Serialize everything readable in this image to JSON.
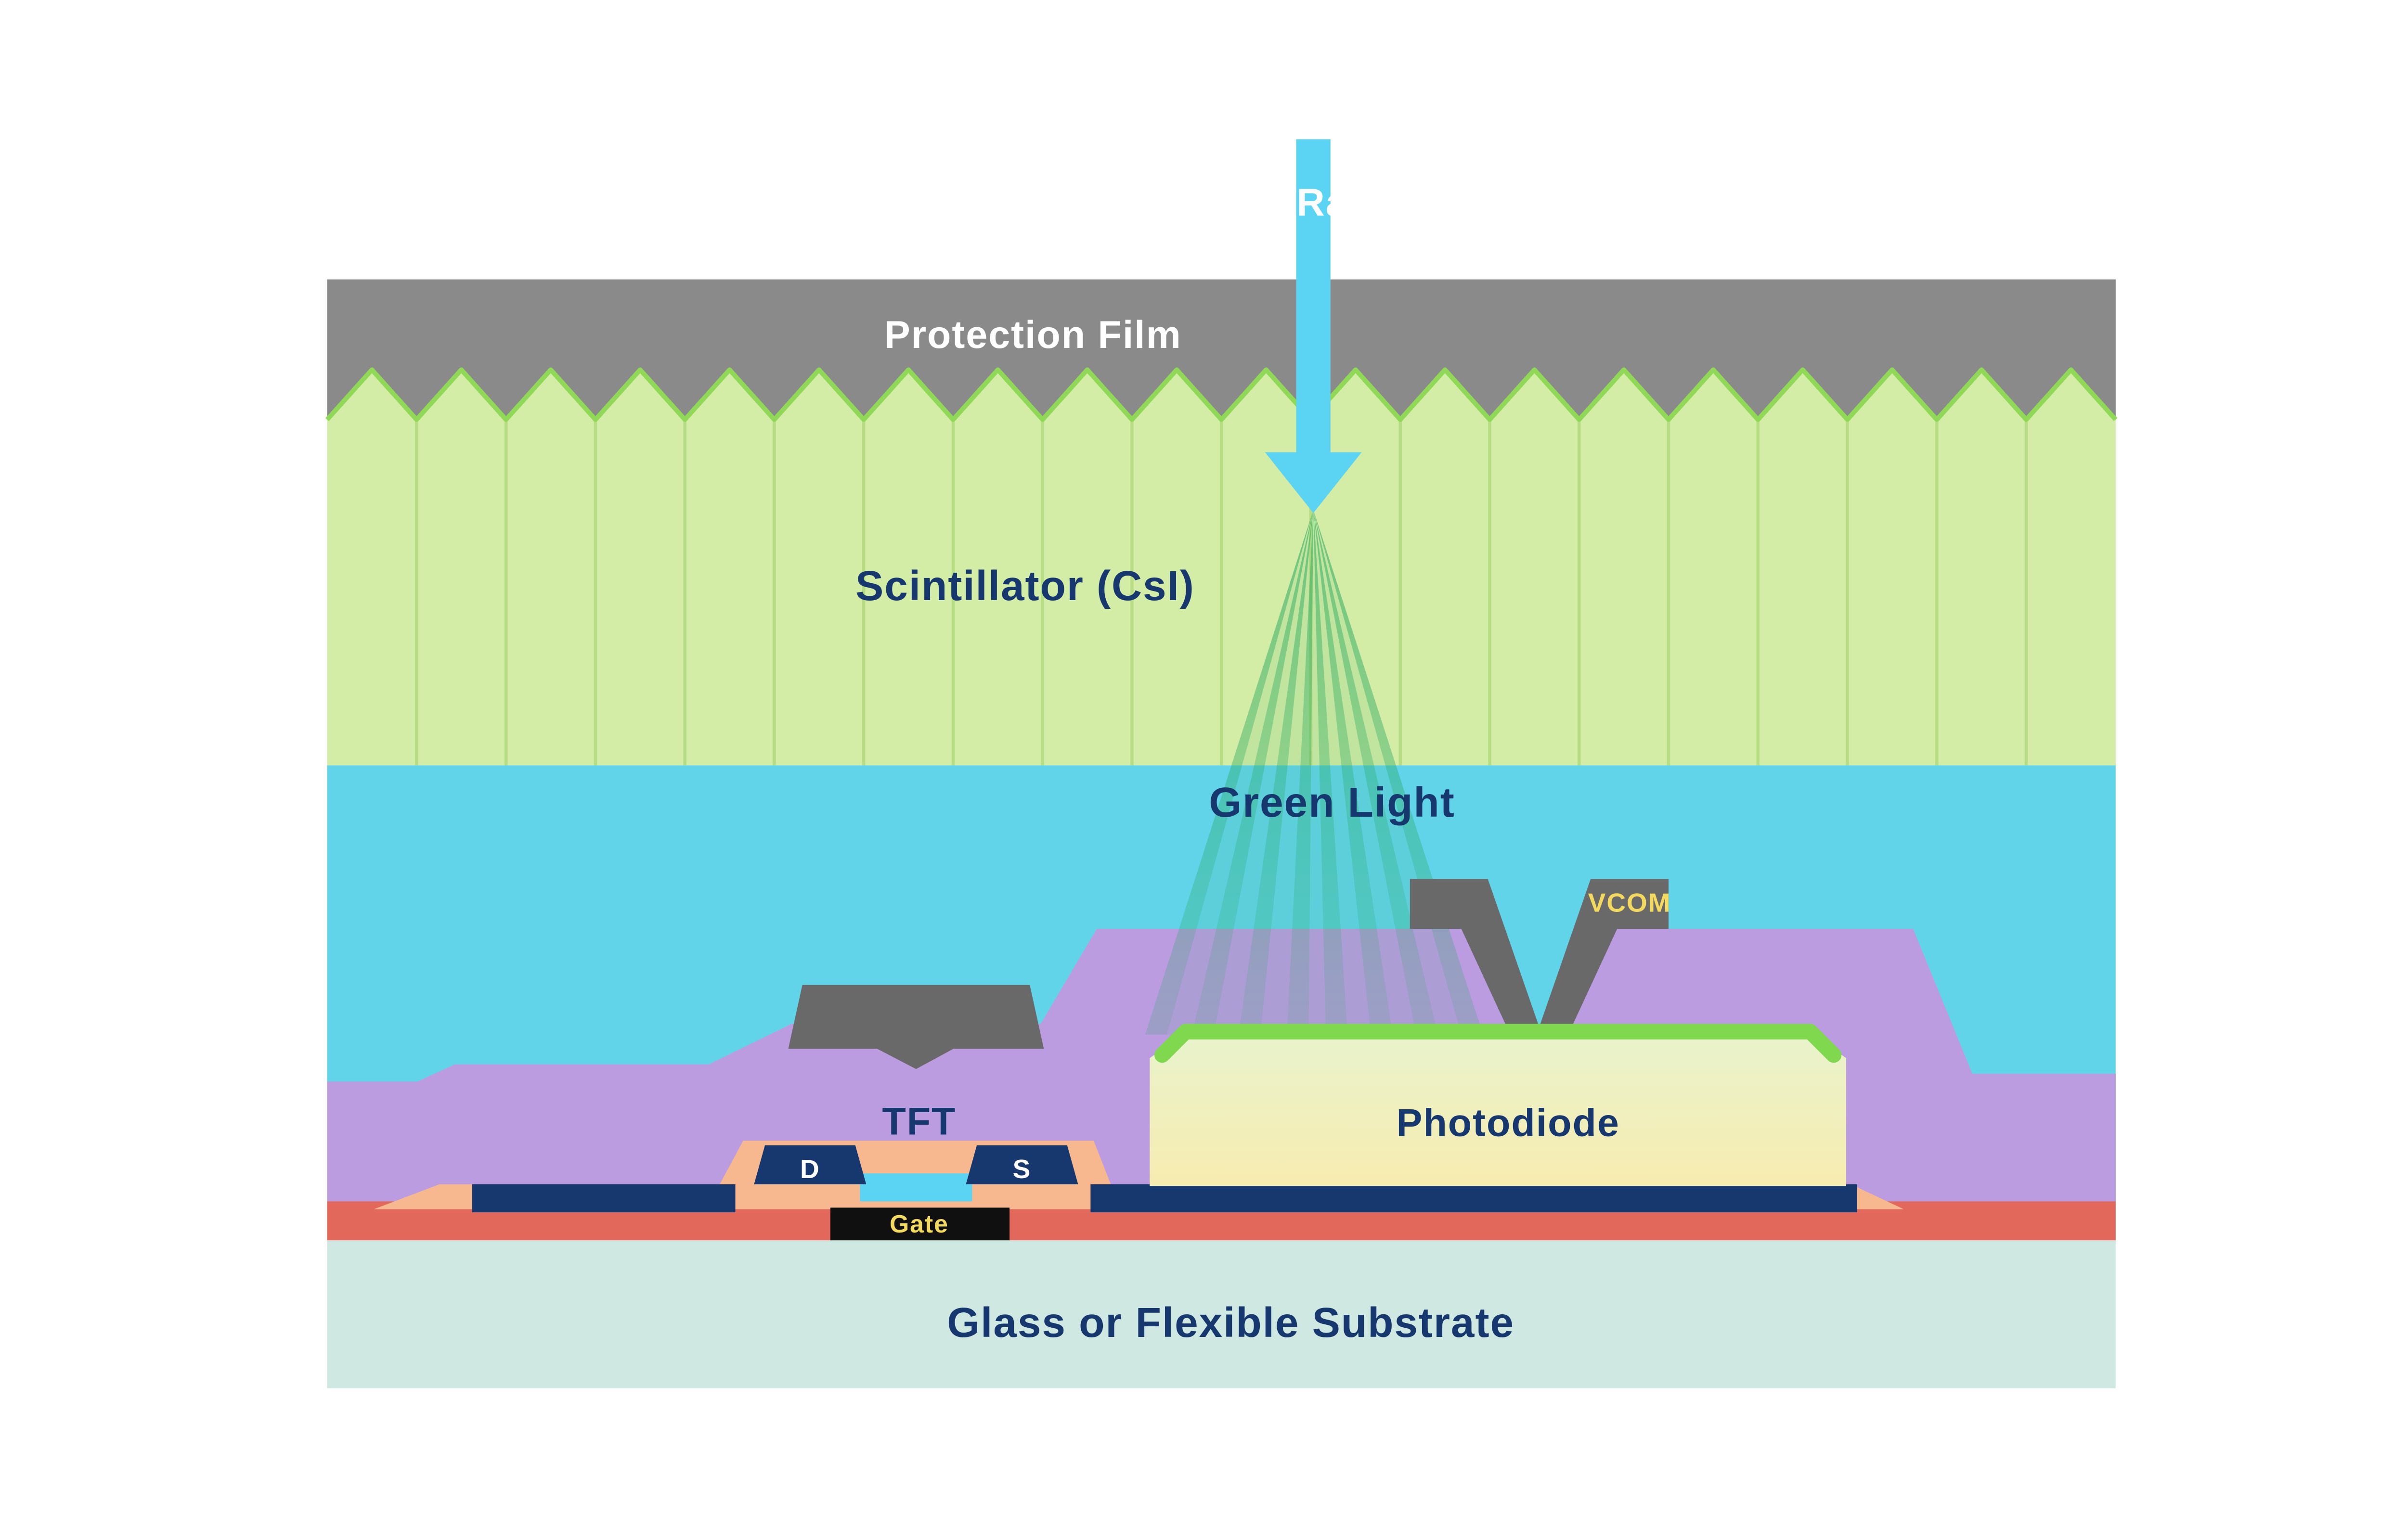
{
  "labels": {
    "xray": "X-Ray",
    "protection_film": "Protection Film",
    "scintillator": "Scintillator (CsI)",
    "green_light": "Green Light",
    "vcom": "VCOM",
    "photodiode": "Photodiode",
    "tft": "TFT",
    "drain": "D",
    "source": "S",
    "gate": "Gate",
    "substrate": "Glass or Flexible Substrate"
  },
  "colors": {
    "background": "#ffffff",
    "protection_gray": "#8a8a8a",
    "block_gray": "#696969",
    "scintillator_green": "#d3eca6",
    "scintillator_line": "#b7dd82",
    "scintillator_edge": "#8fd957",
    "cyan": "#62d4e9",
    "arrow_cyan": "#5ad4f2",
    "ray_green": "#27a95f",
    "purple": "#bb9ce1",
    "photodiode_top": "#e9f3cc",
    "photodiode_bottom": "#f7ecb0",
    "contact_green": "#80d84e",
    "navy": "#17386e",
    "salmon": "#f7b78f",
    "coral": "#e3685c",
    "black": "#101010",
    "substrate_teal": "#cfe9e2",
    "label_navy": "#17386e",
    "label_yellow": "#f3d95d",
    "label_white": "#ffffff"
  }
}
